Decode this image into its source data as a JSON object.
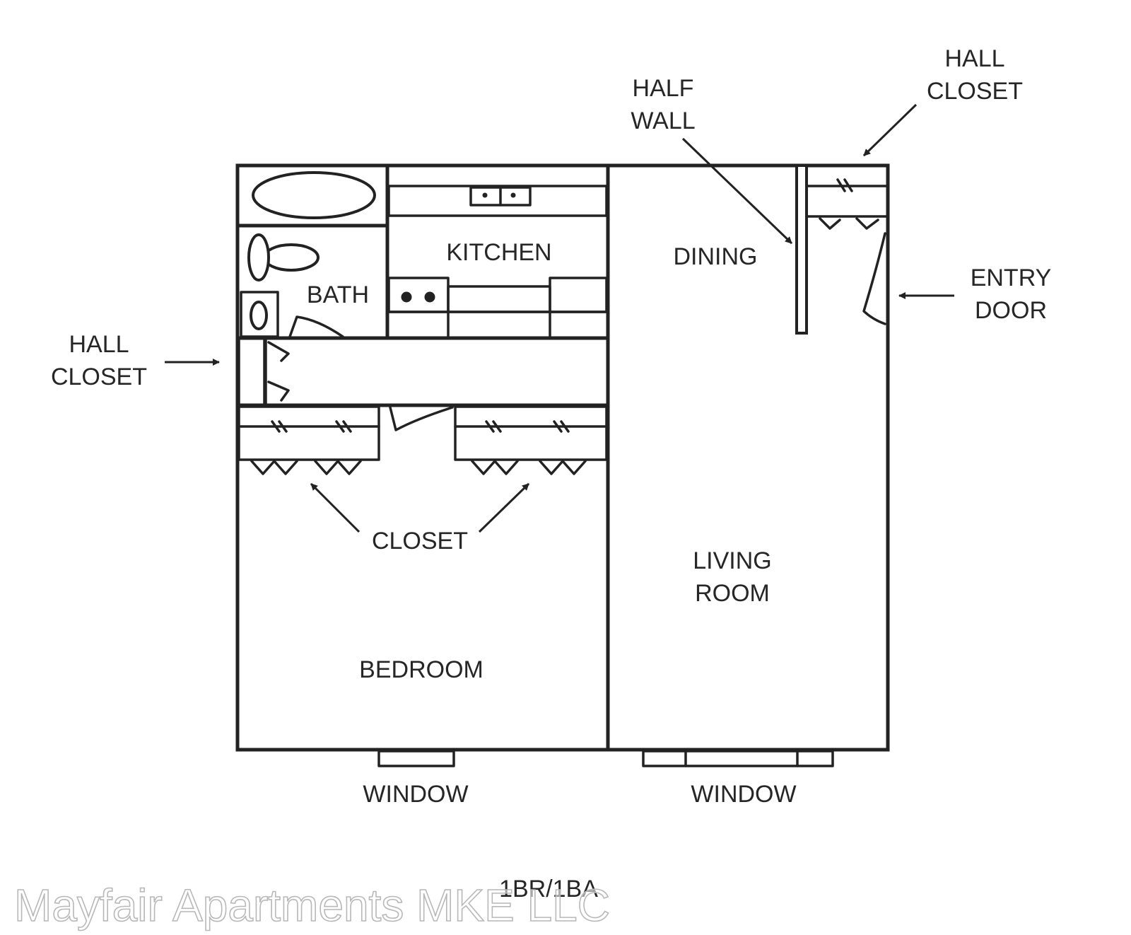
{
  "floor_plan": {
    "unit_type": "1BR/1BA",
    "watermark": "Mayfair Apartments MKE LLC",
    "rooms": {
      "kitchen": "KITCHEN",
      "dining": "DINING",
      "bath": "BATH",
      "living_room": [
        "LIVING",
        "ROOM"
      ],
      "bedroom": "BEDROOM"
    },
    "callouts": {
      "half_wall": [
        "HALF",
        "WALL"
      ],
      "hall_closet_top": [
        "HALL",
        "CLOSET"
      ],
      "hall_closet_left": [
        "HALL",
        "CLOSET"
      ],
      "entry_door": [
        "ENTRY",
        "DOOR"
      ],
      "closet": "CLOSET",
      "window_bedroom": "WINDOW",
      "window_living": "WINDOW"
    },
    "line_color": "#222222"
  }
}
